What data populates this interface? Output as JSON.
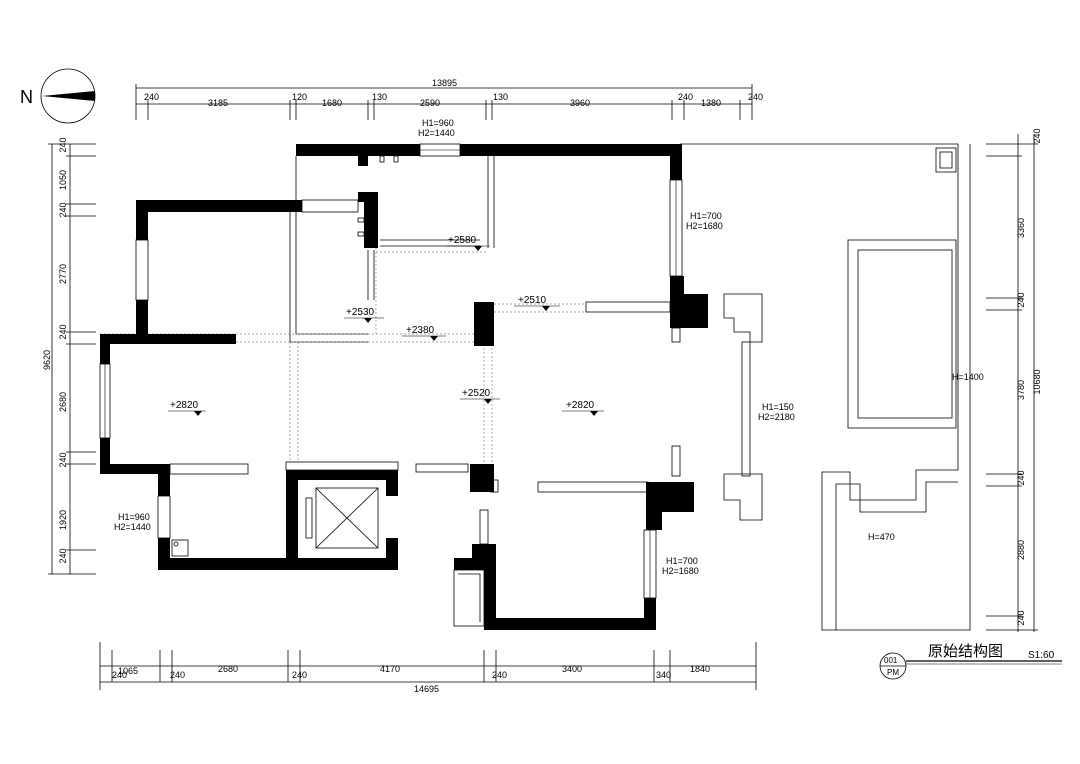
{
  "compass": {
    "label": "N"
  },
  "dims": {
    "top_total": "13895",
    "top": [
      "240",
      "3185",
      "120",
      "1680",
      "130",
      "2590",
      "130",
      "3960",
      "240",
      "1380",
      "240"
    ],
    "bottom_total": "14695",
    "bottom_upper": [
      "1065",
      "2680",
      "4170",
      "3400",
      "1840"
    ],
    "bottom_lower": [
      "240",
      "240",
      "240",
      "240",
      "340"
    ],
    "left_total": "9620",
    "left": [
      "240",
      "1050",
      "240",
      "2770",
      "240",
      "2680",
      "240",
      "1920",
      "240"
    ],
    "right_total": "10680",
    "right": [
      "240",
      "3360",
      "240",
      "3780",
      "240",
      "2880",
      "240"
    ]
  },
  "annotations": {
    "top_window": [
      "H1=960",
      "H2=1440"
    ],
    "north_window": [
      "H1=700",
      "H2=1680"
    ],
    "south_window": [
      "H1=700",
      "H2=1680"
    ],
    "west_window": [
      "H1=960",
      "H2=1440"
    ],
    "balcony": [
      "H1=150",
      "H2=2180"
    ],
    "terrace_h1400": "H=1400",
    "terrace_h470": "H=470"
  },
  "levels": [
    "+2580",
    "+2510",
    "+2530",
    "+2380",
    "+2820",
    "+2520",
    "+2820"
  ],
  "title_block": {
    "number": "001",
    "sub": "PM",
    "title": "原始结构图",
    "scale": "S1:60"
  }
}
